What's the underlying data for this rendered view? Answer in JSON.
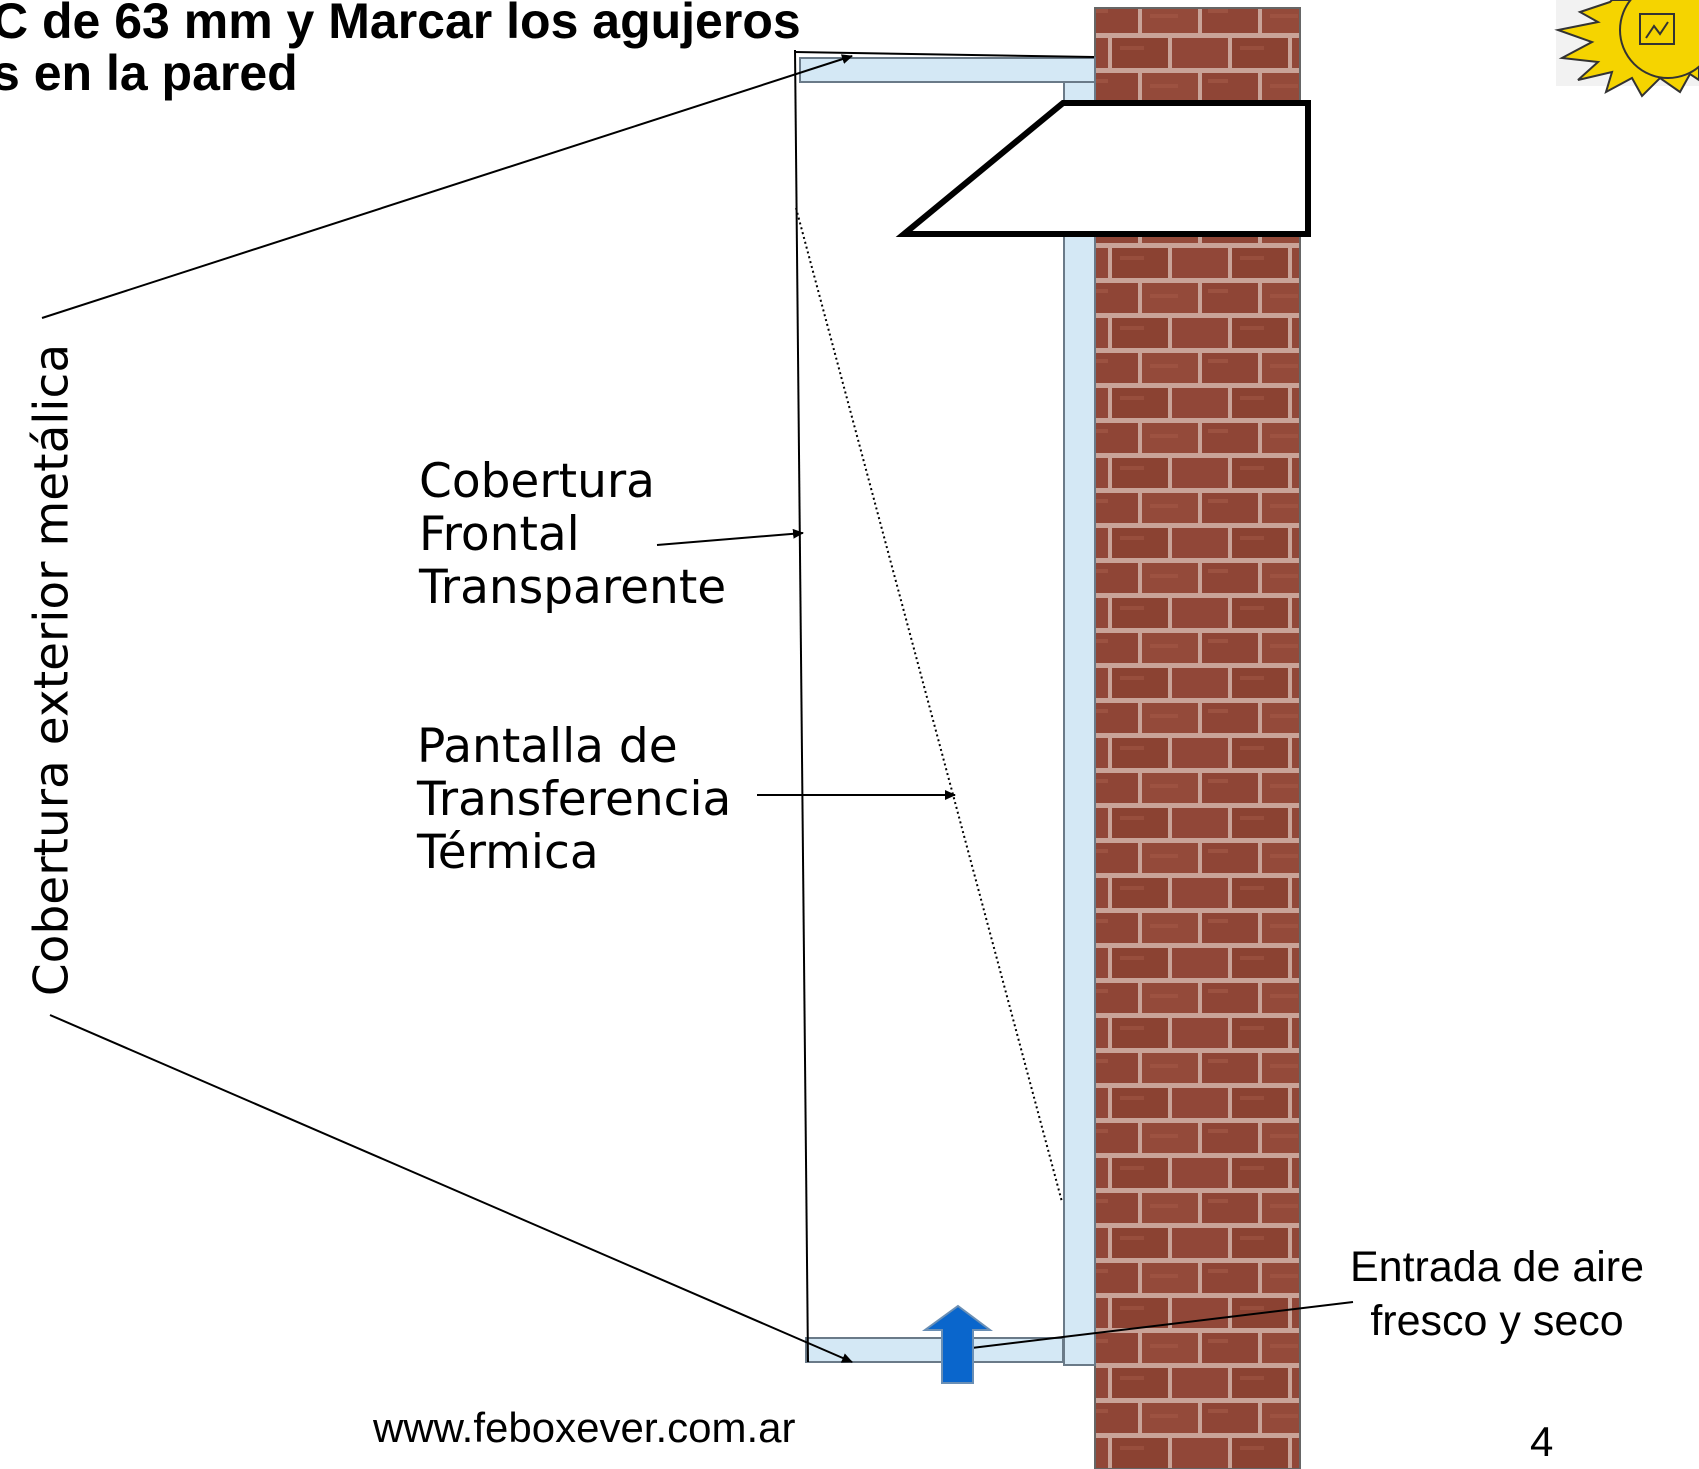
{
  "title": {
    "line1": "C de 63 mm y Marcar los agujeros",
    "line2": "s en la pared"
  },
  "labels": {
    "metal_cover": "Cobertura exterior metálica",
    "front_cover": [
      "Cobertura",
      "Frontal",
      "Transparente"
    ],
    "transfer_screen": [
      "Pantalla de",
      "Transferencia",
      "Térmica"
    ],
    "air_inlet": [
      "Entrada de aire",
      "fresco y seco"
    ]
  },
  "footer": {
    "url": "www.feboxever.com.ar",
    "page_number": "4"
  },
  "colors": {
    "brick": "#8f4536",
    "mortar": "#c9a398",
    "panel": "#d4e8f5",
    "arrow": "#0a66cc",
    "sun": "#f5d400"
  },
  "icons": {
    "sun": "sun-logo-icon",
    "arrow": "up-arrow-icon"
  }
}
